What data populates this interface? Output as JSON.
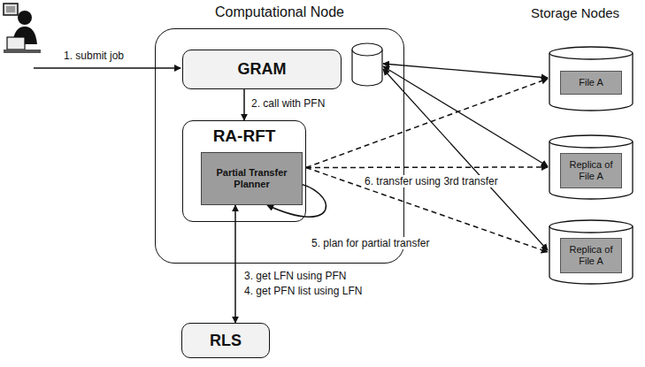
{
  "diagram": {
    "nodes": [
      {
        "text": [
          "Computational Node"
        ]
      },
      {
        "text": [
          "GRAM"
        ],
        "in": 0
      },
      {
        "text": [
          "RA-RFT"
        ],
        "in": 0
      },
      {
        "text": [
          "Partial Transfer Planner"
        ],
        "in": 2
      },
      {
        "text": [
          "File A"
        ]
      },
      {
        "text": [
          "Replica of File A"
        ]
      },
      {
        "text": [
          "Replica of File A"
        ]
      },
      {
        "text": [
          "RLS"
        ]
      }
    ],
    "edges": [
      {
        "from": 1,
        "to": 2,
        "arrow": "to",
        "label": "2. call with PFN"
      },
      {
        "from": 3,
        "to": 7,
        "arrow": "both",
        "label": "3. get LFN using PFN"
      },
      {
        "from": 2,
        "to": 4,
        "arrow": "to"
      },
      {
        "from": 2,
        "to": 5,
        "arrow": "to",
        "label": "6. transfer using 3rd transfer"
      },
      {
        "from": 2,
        "to": 6,
        "arrow": "to"
      }
    ],
    "labels": [
      "Storage Nodes",
      "1. submit job",
      "4. get PFN list using LFN",
      "5. plan for partial transfer"
    ]
  }
}
